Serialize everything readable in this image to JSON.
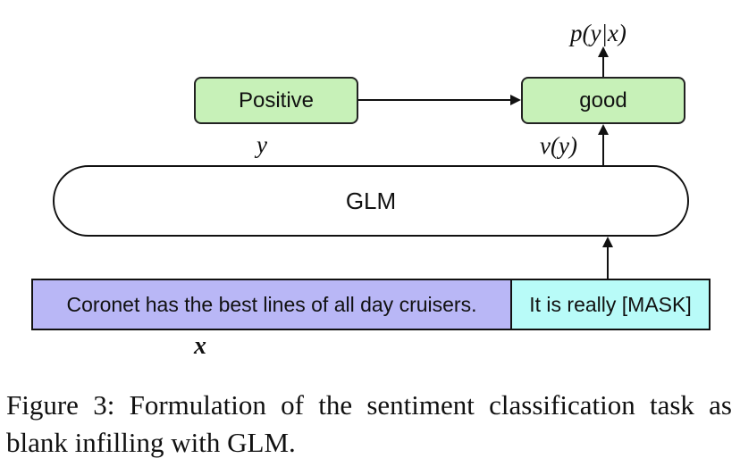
{
  "diagram": {
    "positive_label": "Positive",
    "good_label": "good",
    "glm_label": "GLM",
    "input_text": "Coronet has the best lines of all day cruisers.",
    "mask_text": "It is really [MASK]",
    "y_label": "y",
    "vy_label": "v(y)",
    "pyx_label": "p(y|x)",
    "x_label": "x",
    "colors": {
      "green_box": "#c7f1b8",
      "input_box": "#b9b7f6",
      "mask_box": "#b8fbf8"
    }
  },
  "caption": {
    "text": "Figure 3: Formulation of the sentiment classification task as blank infilling with GLM."
  }
}
